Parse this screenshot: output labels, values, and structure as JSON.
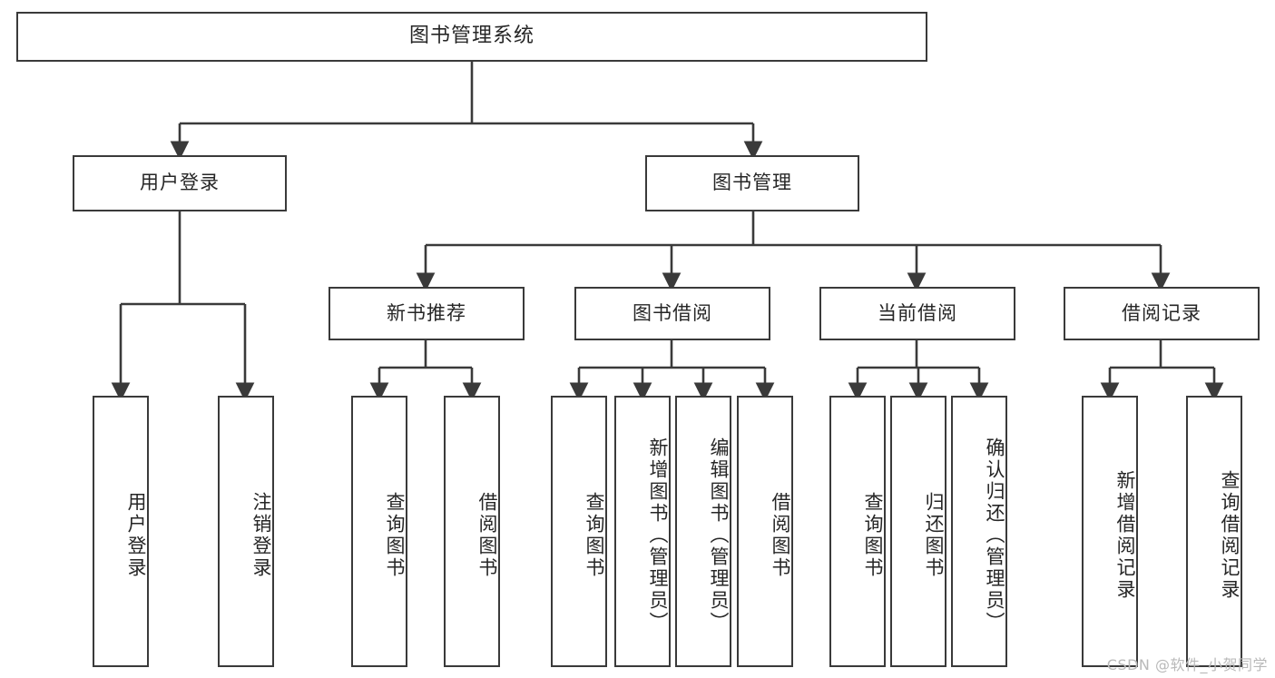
{
  "diagram": {
    "type": "tree-hierarchy-chart",
    "title": "图书管理系统",
    "background_color": "#ffffff",
    "node_border_color": "#3a3a3a",
    "node_fill_color": "#ffffff",
    "edge_color": "#3a3a3a",
    "text_color": "#262626"
  },
  "watermark": {
    "text": "CSDN @软件_小贺同学",
    "color": "#b9b9b9"
  },
  "nodes": {
    "root": {
      "label": "图书管理系统",
      "level": 1,
      "orientation": "horizontal"
    },
    "l2": [
      {
        "id": "user-login",
        "label": "用户登录",
        "level": 2,
        "orientation": "horizontal"
      },
      {
        "id": "book-manage",
        "label": "图书管理",
        "level": 2,
        "orientation": "horizontal"
      }
    ],
    "l3": [
      {
        "id": "new-book-recommend",
        "label": "新书推荐",
        "level": 3,
        "orientation": "horizontal"
      },
      {
        "id": "book-borrow",
        "label": "图书借阅",
        "level": 3,
        "orientation": "horizontal"
      },
      {
        "id": "current-borrow",
        "label": "当前借阅",
        "level": 3,
        "orientation": "horizontal"
      },
      {
        "id": "borrow-record",
        "label": "借阅记录",
        "level": 3,
        "orientation": "horizontal"
      }
    ],
    "leaves": [
      {
        "id": "leaf-user-login",
        "label": "用户登录",
        "parent": "user-login",
        "orientation": "vertical"
      },
      {
        "id": "leaf-user-logout",
        "label": "注销登录",
        "parent": "user-login",
        "orientation": "vertical"
      },
      {
        "id": "leaf-query-book-1",
        "label": "查询图书",
        "parent": "new-book-recommend",
        "orientation": "vertical"
      },
      {
        "id": "leaf-borrow-book-1",
        "label": "借阅图书",
        "parent": "new-book-recommend",
        "orientation": "vertical"
      },
      {
        "id": "leaf-query-book-2",
        "label": "查询图书",
        "parent": "book-borrow",
        "orientation": "vertical"
      },
      {
        "id": "leaf-add-book",
        "label": "新增图书（管理员）",
        "parent": "book-borrow",
        "orientation": "vertical"
      },
      {
        "id": "leaf-edit-book",
        "label": "编辑图书（管理员）",
        "parent": "book-borrow",
        "orientation": "vertical"
      },
      {
        "id": "leaf-borrow-book-2",
        "label": "借阅图书",
        "parent": "book-borrow",
        "orientation": "vertical"
      },
      {
        "id": "leaf-query-book-3",
        "label": "查询图书",
        "parent": "current-borrow",
        "orientation": "vertical"
      },
      {
        "id": "leaf-return-book",
        "label": "归还图书",
        "parent": "current-borrow",
        "orientation": "vertical"
      },
      {
        "id": "leaf-confirm-return",
        "label": "确认归还（管理员）",
        "parent": "current-borrow",
        "orientation": "vertical"
      },
      {
        "id": "leaf-add-record",
        "label": "新增借阅记录",
        "parent": "borrow-record",
        "orientation": "vertical"
      },
      {
        "id": "leaf-query-record",
        "label": "查询借阅记录",
        "parent": "borrow-record",
        "orientation": "vertical"
      }
    ]
  }
}
